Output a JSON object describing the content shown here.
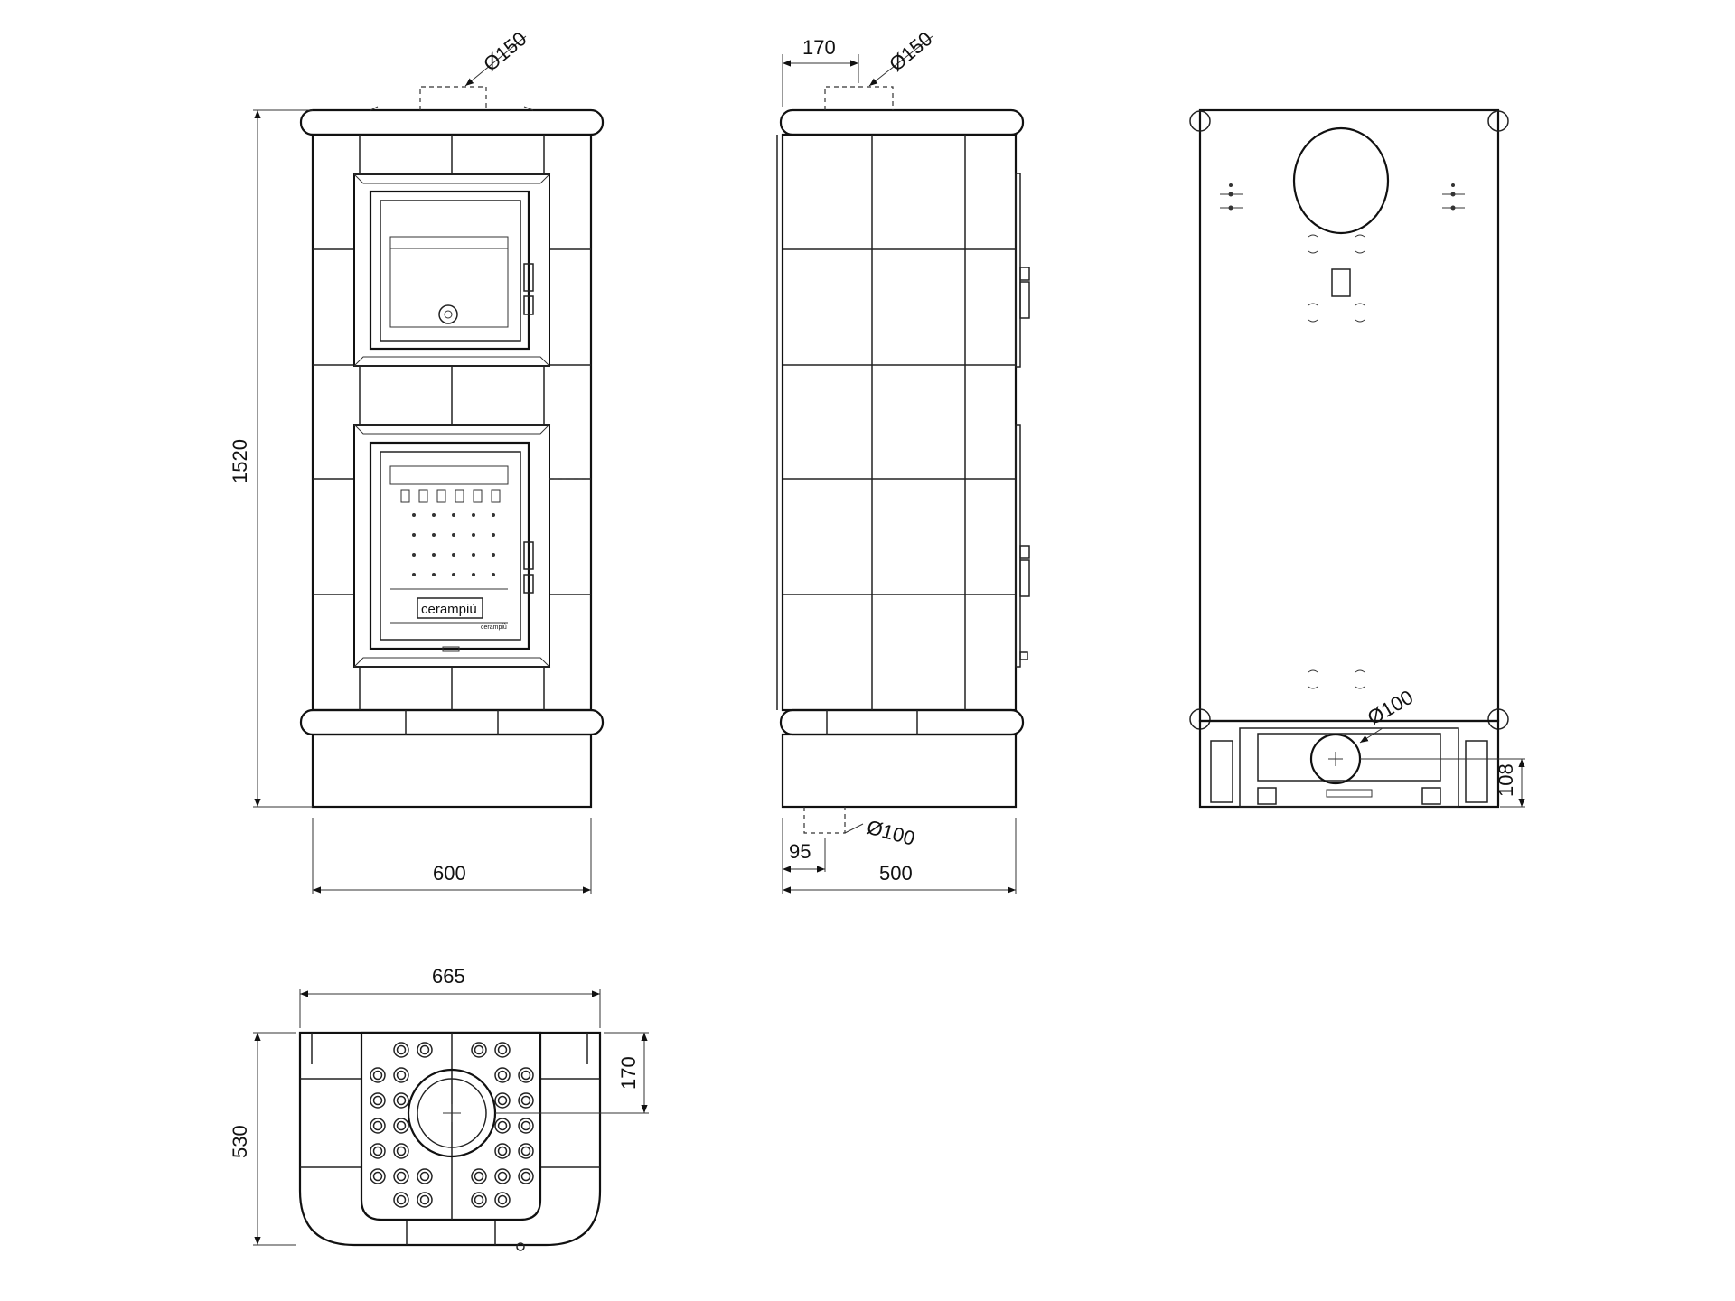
{
  "dimensions": {
    "front_height": "1520",
    "front_width": "600",
    "front_flue_diameter": "Ø150",
    "side_flue_offset": "170",
    "side_flue_diameter": "Ø150",
    "side_air_diameter": "Ø100",
    "side_air_offset": "95",
    "side_depth": "500",
    "back_air_diameter": "Ø100",
    "back_air_height": "108",
    "top_width": "665",
    "top_depth": "530",
    "top_flue_offset": "170"
  },
  "brand": {
    "name": "cerampiù",
    "small_name": "cerampiù"
  }
}
